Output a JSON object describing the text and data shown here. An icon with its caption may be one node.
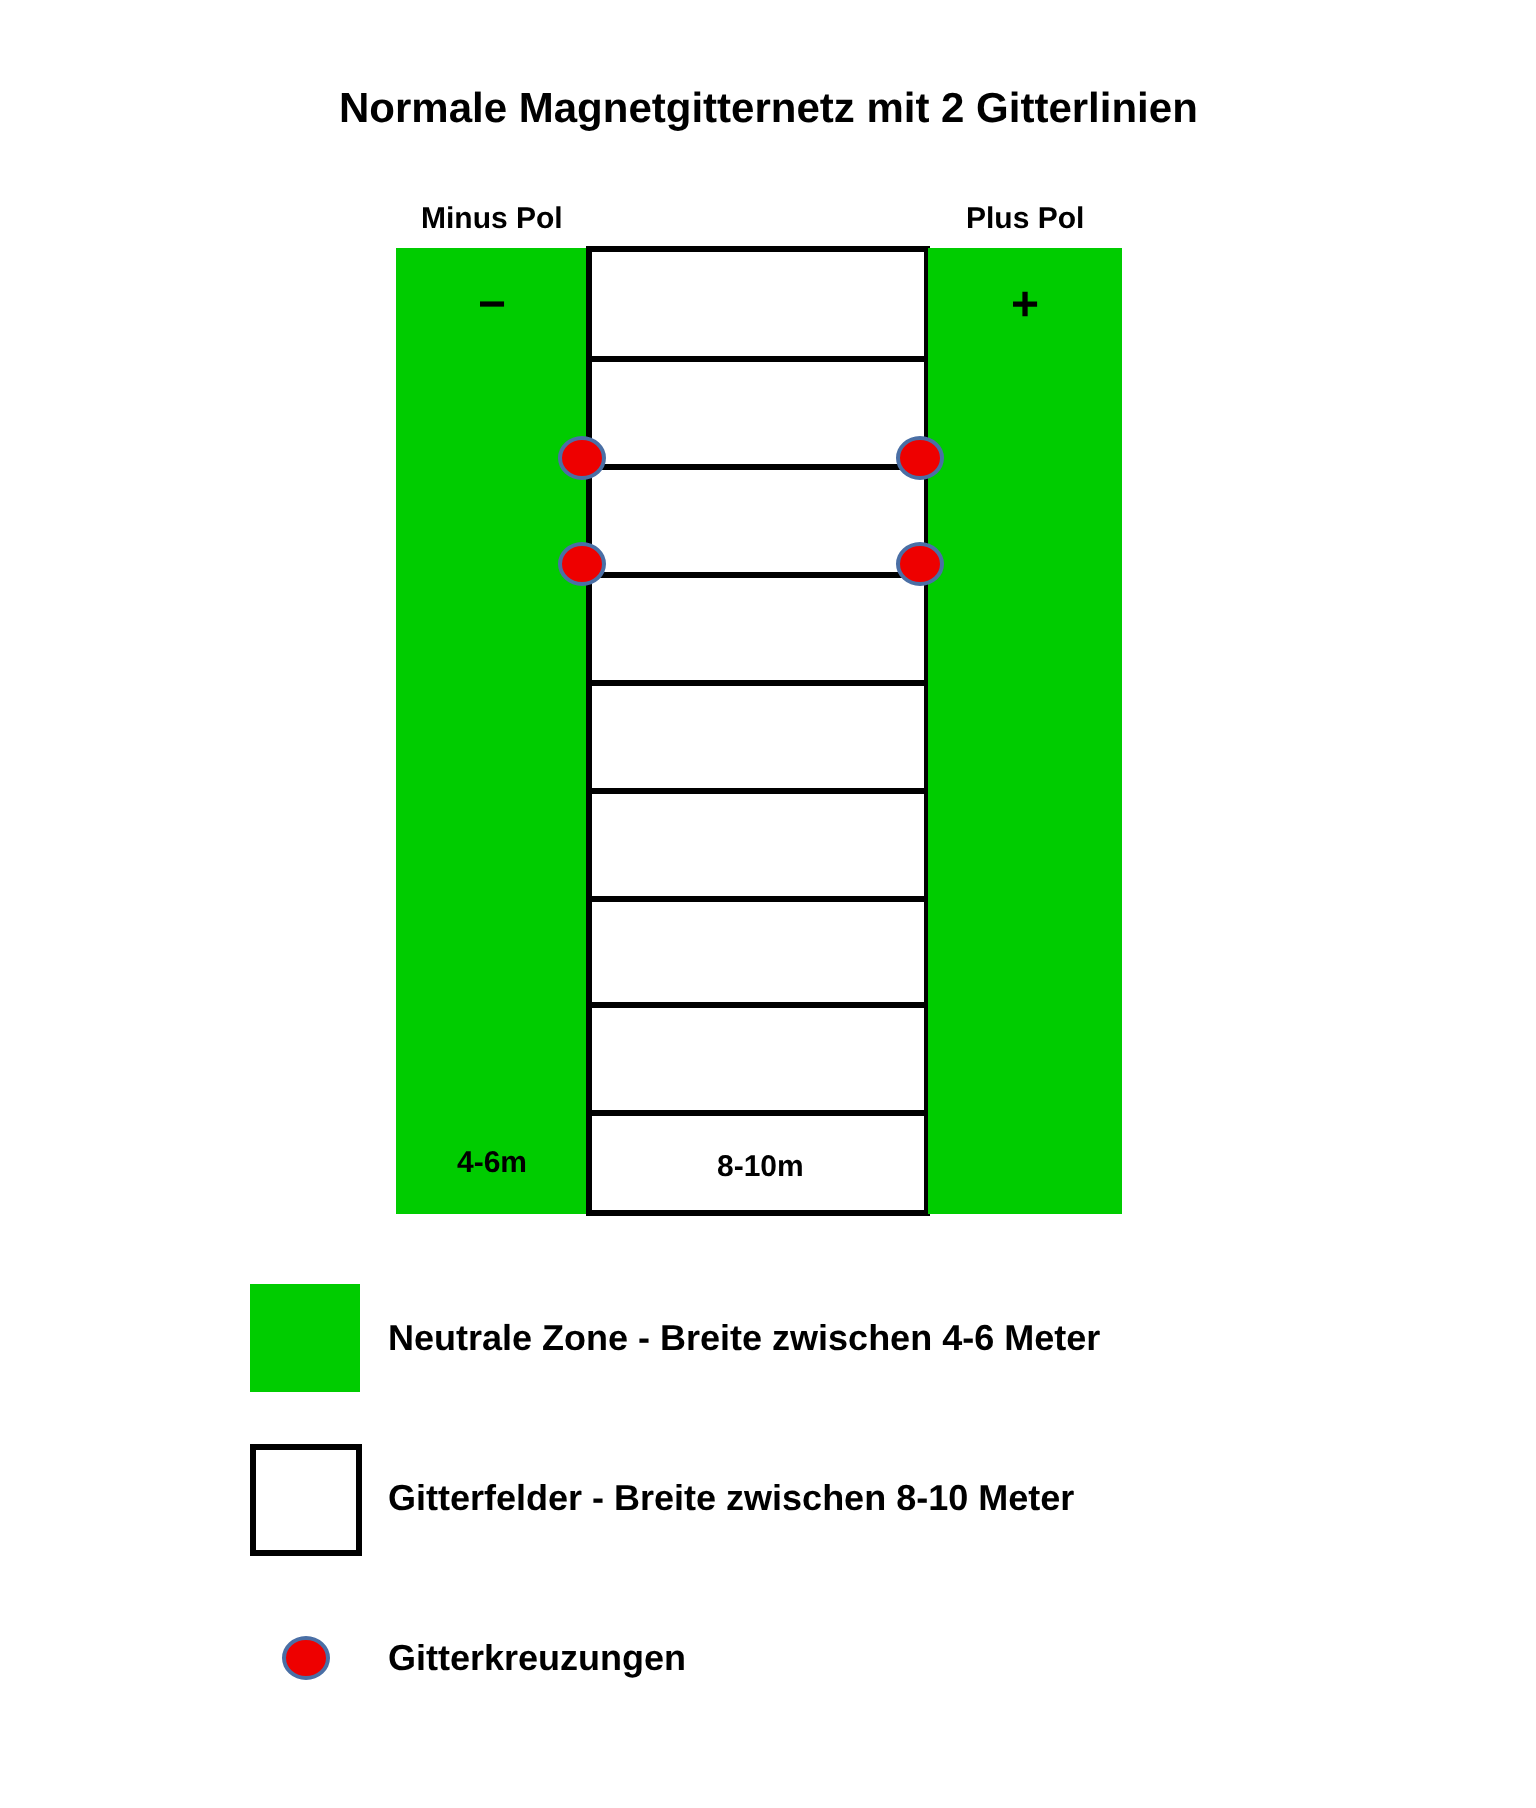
{
  "diagram": {
    "title": "Normale Magnetgitternetz mit 2 Gitterlinien",
    "nodes": [
      {
        "text": [
          "Minus Pol",
          "−",
          "4-6m"
        ]
      },
      {
        "text": [
          "8-10m"
        ]
      },
      {
        "text": [
          "Plus Pol",
          "+"
        ]
      }
    ],
    "legend": [
      {
        "text": "Neutrale Zone - Breite zwischen 4-6 Meter",
        "color": "#00cc00"
      },
      {
        "text": "Gitterfelder - Breite zwischen 8-10 Meter",
        "color": "#ffffff"
      },
      {
        "text": "Gitterkreuzungen"
      }
    ]
  }
}
